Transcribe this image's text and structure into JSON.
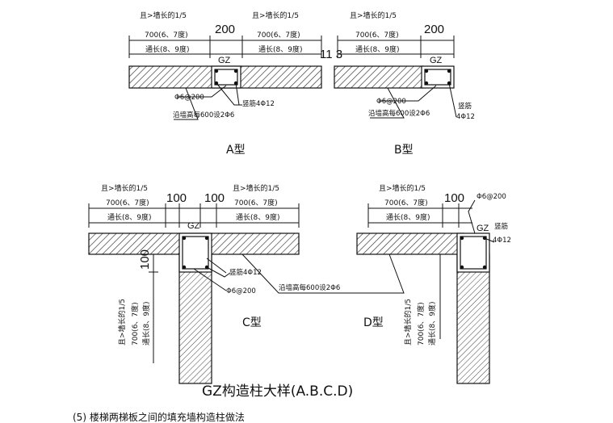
{
  "labels": {
    "wall_1_5": "且>墙长的1/5",
    "len_67": "700(6、7度)",
    "len_89": "通长(8、9度)",
    "dim_200": "200",
    "dim_100": "100",
    "gz": "GZ",
    "vert_bar": "竖筋4Φ12",
    "vert_bar_a": "竖筋",
    "vert_bar_b": "4Φ12",
    "stirrup": "Φ6@200",
    "wall_rebar": "沿墙高每600设2Φ6",
    "stray_mark": "11 3"
  },
  "types": {
    "a": "A型",
    "b": "B型",
    "c": "C型",
    "d": "D型"
  },
  "title": "GZ构造柱大样(A.B.C.D)",
  "footer": "(5) 楼梯两梯板之间的填充墙构造柱做法"
}
